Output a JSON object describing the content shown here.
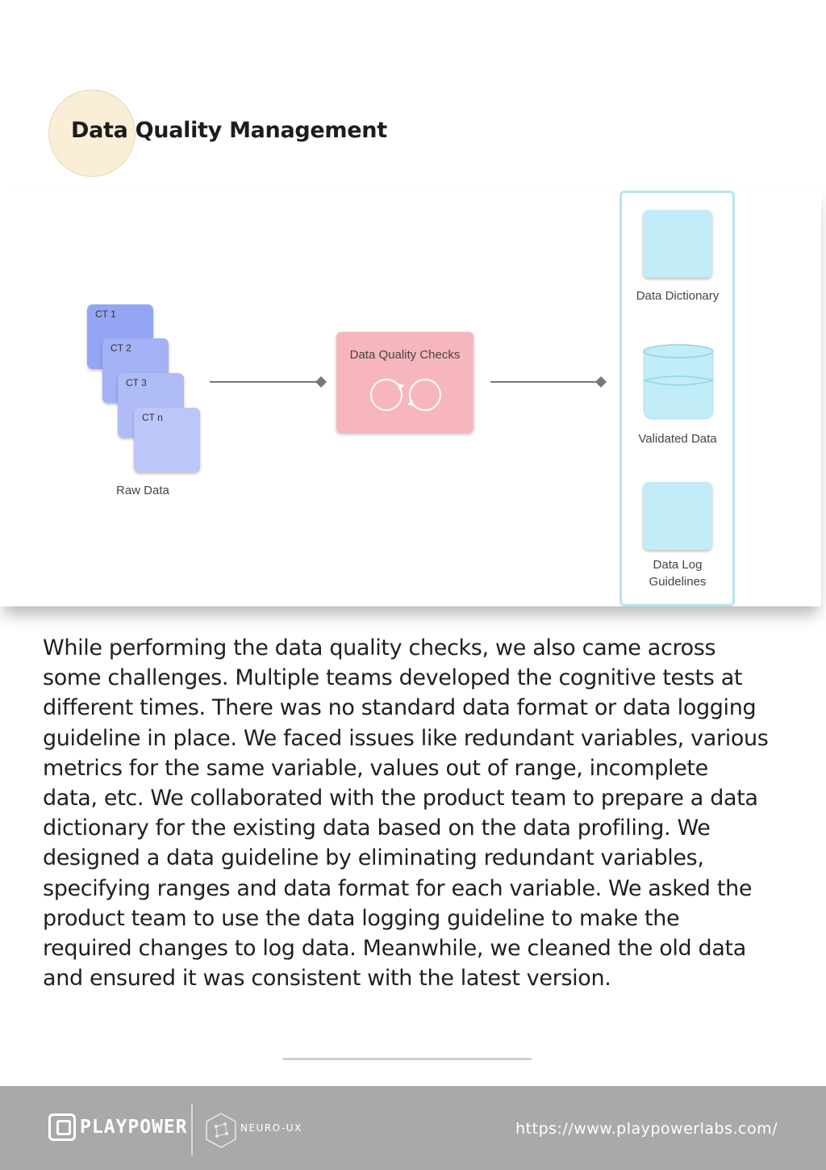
{
  "header": {
    "title": "Data Quality Management"
  },
  "diagram": {
    "inputs": {
      "cards": [
        "CT 1",
        "CT 2",
        "CT 3",
        "CT n"
      ],
      "label": "Raw Data"
    },
    "process": {
      "label": "Data Quality Checks",
      "icon": "cycle-arrows-icon"
    },
    "outputs": [
      {
        "label": "Data Dictionary",
        "shape": "square"
      },
      {
        "label": "Validated Data",
        "shape": "cylinder"
      },
      {
        "label_line1": "Data Log",
        "label_line2": "Guidelines",
        "shape": "square"
      }
    ],
    "colors": {
      "input": "#94a5f3",
      "process": "#f7b6bd",
      "output": "#c2ecf7",
      "connector": "#777777"
    }
  },
  "body": {
    "paragraph": "While performing the data quality checks, we also came across some challenges. Multiple teams developed the cognitive tests at different times. There was no standard data format or data logging guideline in place. We faced issues like redundant variables, various metrics for the same variable, values out of range, incomplete data, etc. We collaborated with the product team to prepare a data dictionary for the existing data based on the data profiling. We designed a data guideline by eliminating redundant variables, specifying ranges and data format for each variable. We asked the product team to use the data logging guideline to make the required changes to log data. Meanwhile, we cleaned the old data and ensured it was consistent with the latest version."
  },
  "footer": {
    "brand": "PLAYPOWER",
    "brand_icon": "playpower-logo-icon",
    "partner": "NEURO-UX",
    "partner_icon": "neuro-ux-brain-icon",
    "url": "https://www.playpowerlabs.com/"
  }
}
